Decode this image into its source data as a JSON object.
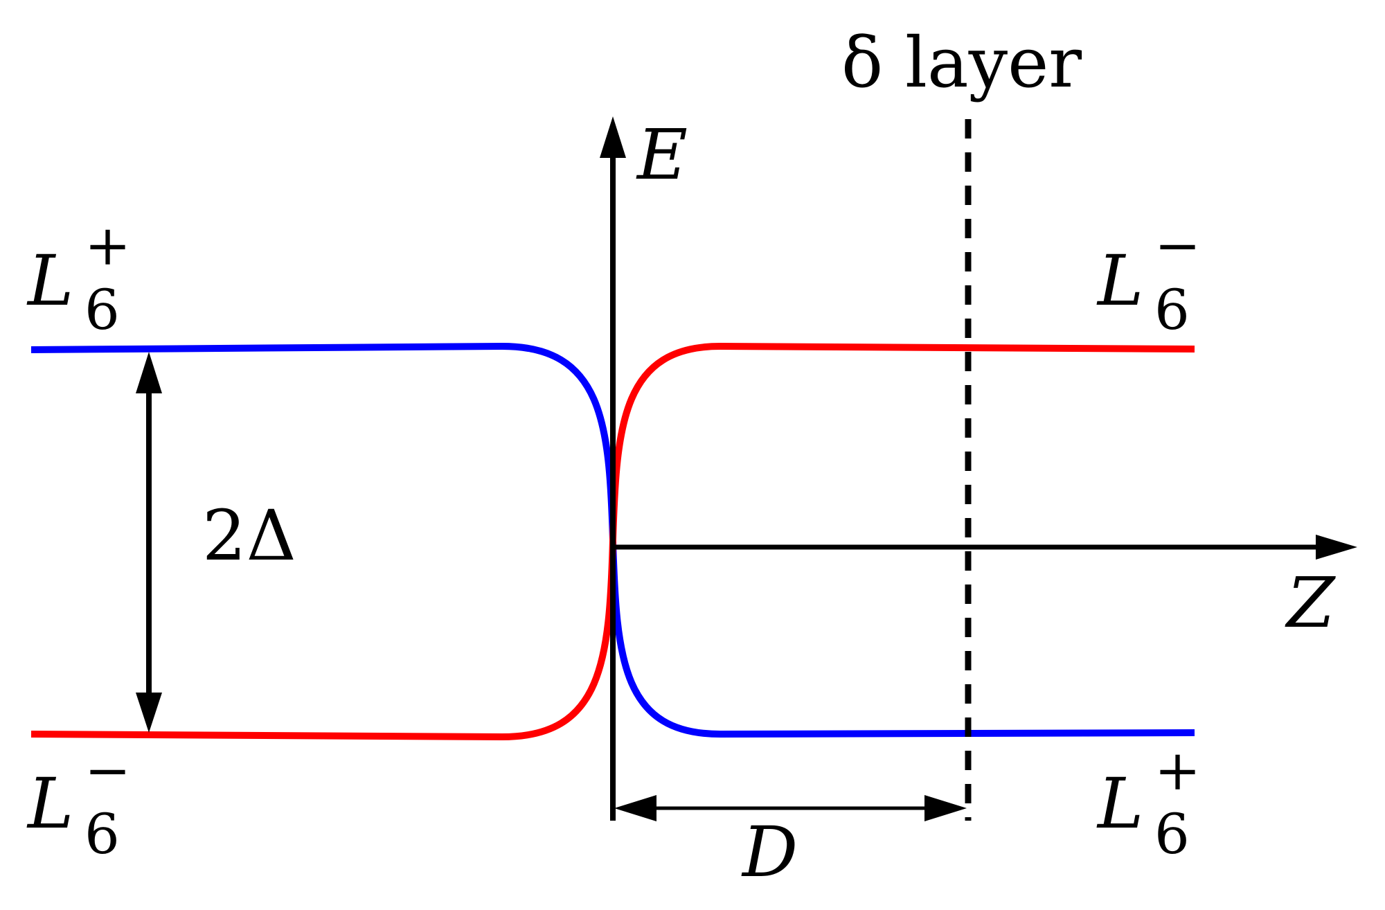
{
  "labels": {
    "delta_layer": "δ layer",
    "energy_axis": "E",
    "z_axis": "Z",
    "gap": "2Δ",
    "distance": "D",
    "top_left_band": {
      "base": "L",
      "sub": "6",
      "sup": "+"
    },
    "bottom_left_band": {
      "base": "L",
      "sub": "6",
      "sup": "−"
    },
    "top_right_band": {
      "base": "L",
      "sub": "6",
      "sup": "−"
    },
    "bottom_right_band": {
      "base": "L",
      "sub": "6",
      "sup": "+"
    }
  },
  "colors": {
    "l6_plus_curve": "#0000ff",
    "l6_minus_curve": "#ff0000",
    "axes": "#000000"
  }
}
